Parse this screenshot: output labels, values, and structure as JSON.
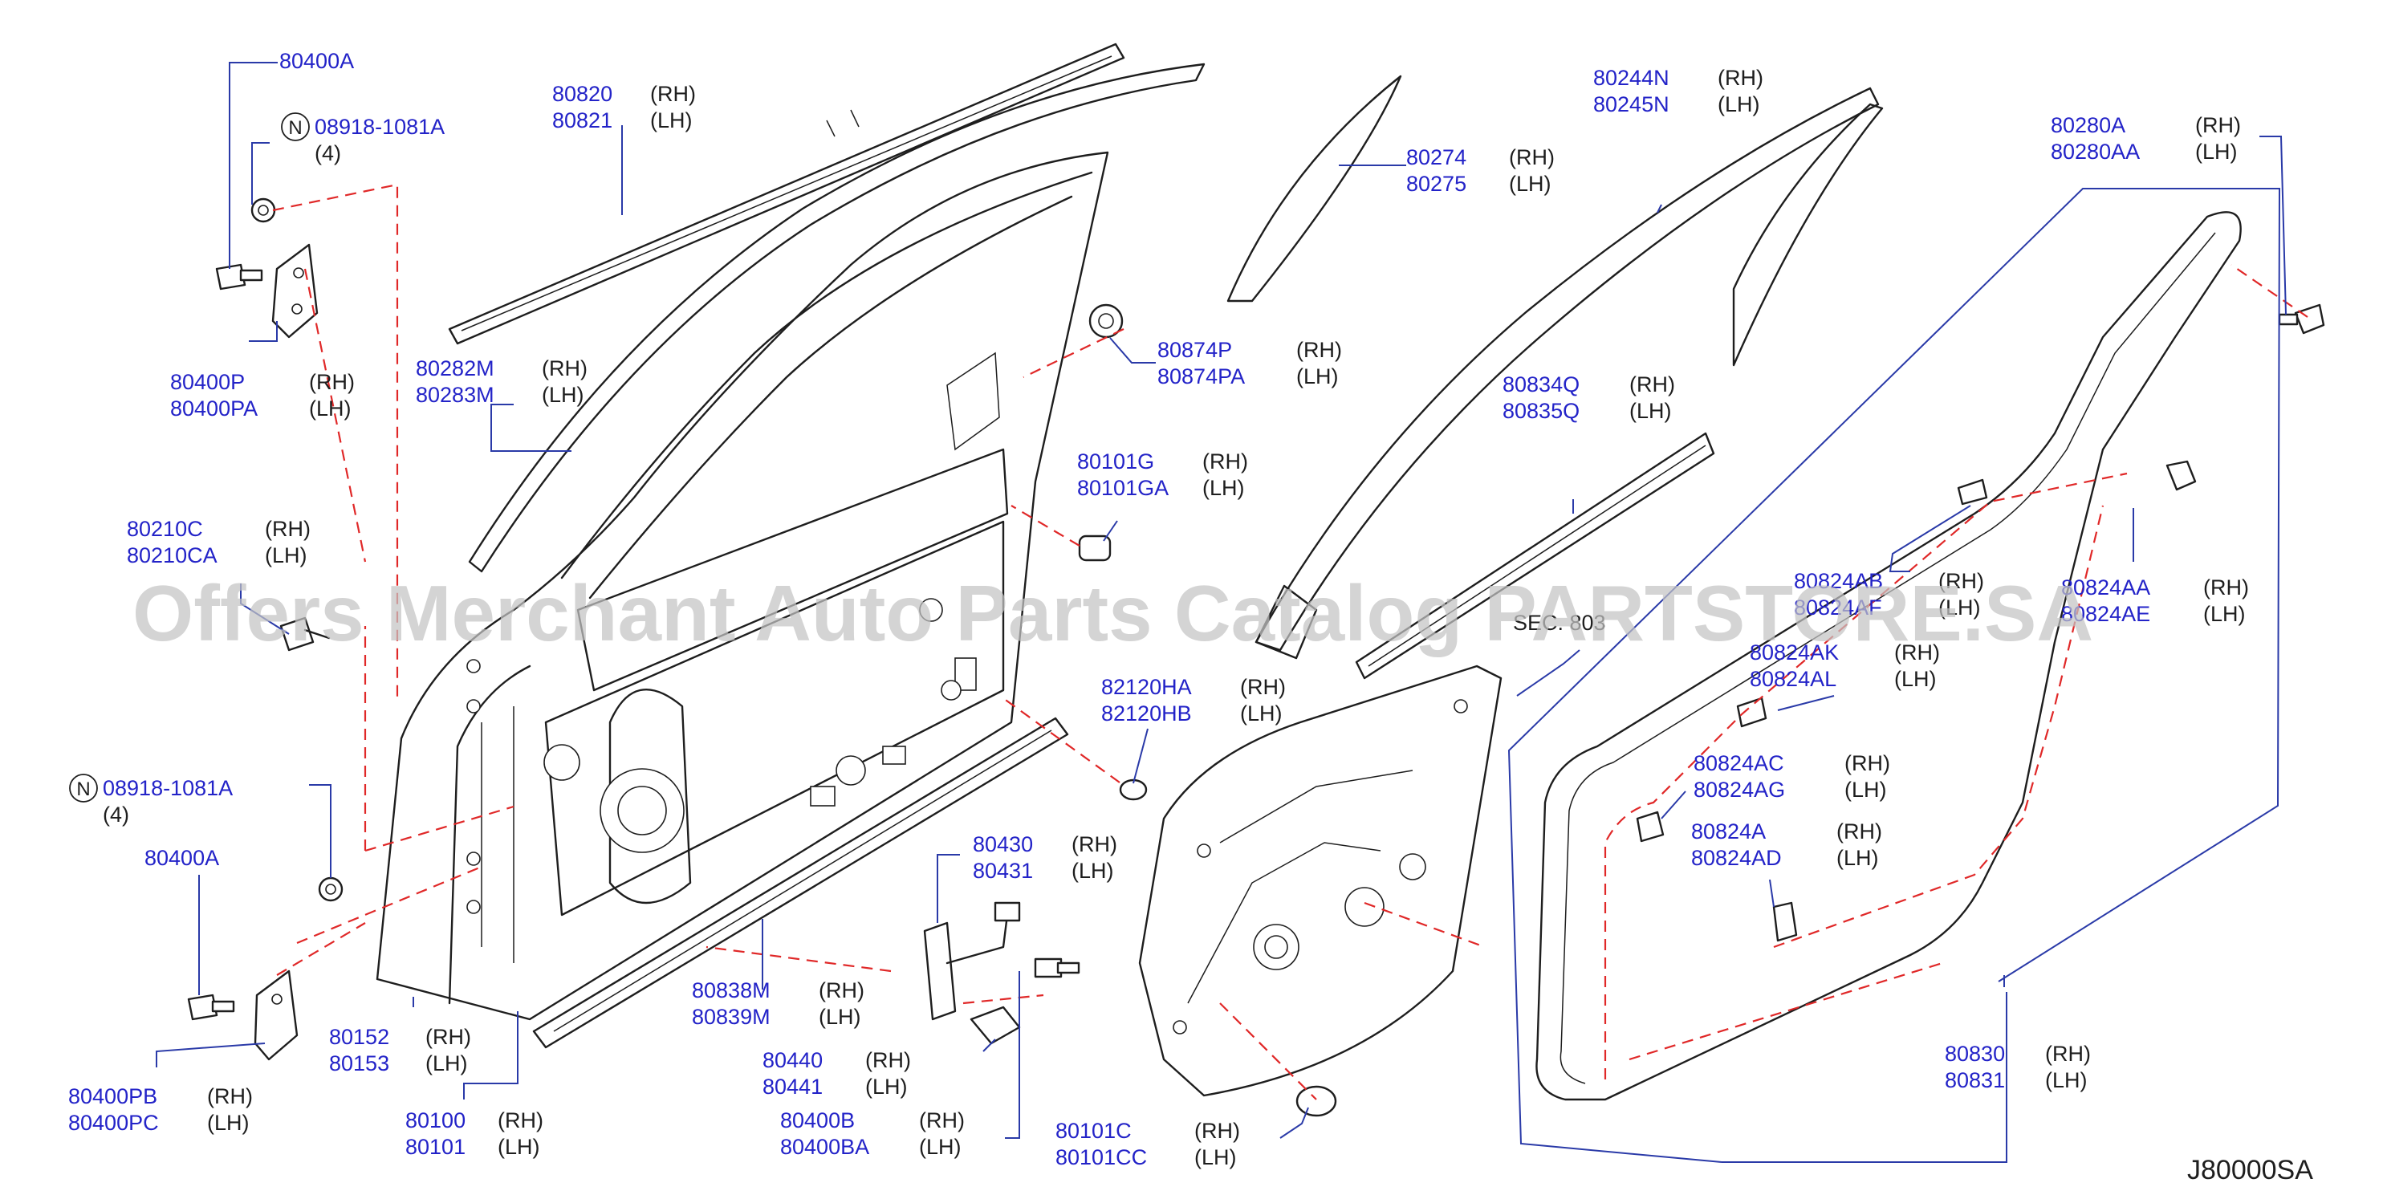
{
  "diagram_code": "J80000SA",
  "watermark": "Offers Merchant Auto Parts Catalog PARTSTORE.SA",
  "section_ref": "SEC. 803",
  "colors": {
    "part_number": "#2323c8",
    "leader": "#2a3aa8",
    "hidden_line": "#e02828",
    "drawing": "#1e1e1e"
  },
  "callouts": [
    {
      "id": "c1",
      "pn": [
        "80400A"
      ],
      "side": []
    },
    {
      "id": "c2",
      "pn": [
        "08918-1081A"
      ],
      "side": [],
      "qty": "(4)",
      "symbol": "N"
    },
    {
      "id": "c3",
      "pn": [
        "80820",
        "80821"
      ],
      "side": [
        "(RH)",
        "(LH)"
      ]
    },
    {
      "id": "c4",
      "pn": [
        "80400P",
        "80400PA"
      ],
      "side": [
        "(RH)",
        "(LH)"
      ]
    },
    {
      "id": "c5",
      "pn": [
        "80282M",
        "80283M"
      ],
      "side": [
        "(RH)",
        "(LH)"
      ]
    },
    {
      "id": "c6",
      "pn": [
        "80874P",
        "80874PA"
      ],
      "side": [
        "(RH)",
        "(LH)"
      ]
    },
    {
      "id": "c7",
      "pn": [
        "80274",
        "80275"
      ],
      "side": [
        "(RH)",
        "(LH)"
      ]
    },
    {
      "id": "c8",
      "pn": [
        "80244N",
        "80245N"
      ],
      "side": [
        "(RH)",
        "(LH)"
      ]
    },
    {
      "id": "c9",
      "pn": [
        "80280A",
        "80280AA"
      ],
      "side": [
        "(RH)",
        "(LH)"
      ]
    },
    {
      "id": "c10",
      "pn": [
        "80101G",
        "80101GA"
      ],
      "side": [
        "(RH)",
        "(LH)"
      ]
    },
    {
      "id": "c11",
      "pn": [
        "80834Q",
        "80835Q"
      ],
      "side": [
        "(RH)",
        "(LH)"
      ]
    },
    {
      "id": "c12",
      "pn": [
        "80210C",
        "80210CA"
      ],
      "side": [
        "(RH)",
        "(LH)"
      ]
    },
    {
      "id": "c13",
      "pn": [
        "80824AB",
        "80824AF"
      ],
      "side": [
        "(RH)",
        "(LH)"
      ]
    },
    {
      "id": "c14",
      "pn": [
        "80824AA",
        "80824AE"
      ],
      "side": [
        "(RH)",
        "(LH)"
      ]
    },
    {
      "id": "c15",
      "pn": [
        "80824AK",
        "80824AL"
      ],
      "side": [
        "(RH)",
        "(LH)"
      ]
    },
    {
      "id": "c16",
      "pn": [
        "82120HA",
        "82120HB"
      ],
      "side": [
        "(RH)",
        "(LH)"
      ]
    },
    {
      "id": "c17",
      "pn": [
        "08918-1081A"
      ],
      "side": [],
      "qty": "(4)",
      "symbol": "N"
    },
    {
      "id": "c18",
      "pn": [
        "80824AC",
        "80824AG"
      ],
      "side": [
        "(RH)",
        "(LH)"
      ]
    },
    {
      "id": "c19",
      "pn": [
        "80400A"
      ],
      "side": []
    },
    {
      "id": "c20",
      "pn": [
        "80430",
        "80431"
      ],
      "side": [
        "(RH)",
        "(LH)"
      ]
    },
    {
      "id": "c21",
      "pn": [
        "80824A",
        "80824AD"
      ],
      "side": [
        "(RH)",
        "(LH)"
      ]
    },
    {
      "id": "c22",
      "pn": [
        "80838M",
        "80839M"
      ],
      "side": [
        "(RH)",
        "(LH)"
      ]
    },
    {
      "id": "c23",
      "pn": [
        "80152",
        "80153"
      ],
      "side": [
        "(RH)",
        "(LH)"
      ]
    },
    {
      "id": "c24",
      "pn": [
        "80440",
        "80441"
      ],
      "side": [
        "(RH)",
        "(LH)"
      ]
    },
    {
      "id": "c25",
      "pn": [
        "80830",
        "80831"
      ],
      "side": [
        "(RH)",
        "(LH)"
      ]
    },
    {
      "id": "c26",
      "pn": [
        "80400PB",
        "80400PC"
      ],
      "side": [
        "(RH)",
        "(LH)"
      ]
    },
    {
      "id": "c27",
      "pn": [
        "80100",
        "80101"
      ],
      "side": [
        "(RH)",
        "(LH)"
      ]
    },
    {
      "id": "c28",
      "pn": [
        "80400B",
        "80400BA"
      ],
      "side": [
        "(RH)",
        "(LH)"
      ]
    },
    {
      "id": "c29",
      "pn": [
        "80101C",
        "80101CC"
      ],
      "side": [
        "(RH)",
        "(LH)"
      ]
    }
  ]
}
